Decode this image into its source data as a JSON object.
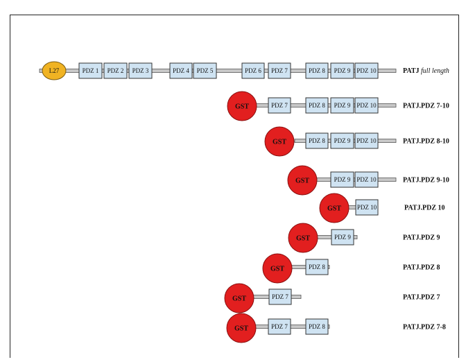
{
  "constructs": [
    {
      "id": "full-length",
      "label_main": "PATJ ",
      "label_suffix": "full length",
      "l27": "L27",
      "domains": [
        "PDZ 1",
        "PDZ 2",
        "PDZ 3",
        "PDZ 4",
        "PDZ 5",
        "PDZ 6",
        "PDZ 7",
        "PDZ 8",
        "PDZ 9",
        "PDZ 10"
      ]
    },
    {
      "id": "pdz7-10",
      "label": "PATJ.PDZ 7-10",
      "gst": "GST",
      "domains": [
        "PDZ 7",
        "PDZ 8",
        "PDZ 9",
        "PDZ 10"
      ]
    },
    {
      "id": "pdz8-10",
      "label": "PATJ.PDZ 8-10",
      "gst": "GST",
      "domains": [
        "PDZ 8",
        "PDZ 9",
        "PDZ 10"
      ]
    },
    {
      "id": "pdz9-10",
      "label": "PATJ.PDZ 9-10",
      "gst": "GST",
      "domains": [
        "PDZ 9",
        "PDZ 10"
      ]
    },
    {
      "id": "pdz10",
      "label": "PATJ.PDZ 10",
      "gst": "GST",
      "domains": [
        "PDZ 10"
      ]
    },
    {
      "id": "pdz9",
      "label": "PATJ.PDZ 9",
      "gst": "GST",
      "domains": [
        "PDZ 9"
      ]
    },
    {
      "id": "pdz8",
      "label": "PATJ.PDZ 8",
      "gst": "GST",
      "domains": [
        "PDZ 8"
      ]
    },
    {
      "id": "pdz7",
      "label": "PATJ.PDZ 7",
      "gst": "GST",
      "domains": [
        "PDZ 7"
      ]
    },
    {
      "id": "pdz7-8",
      "label": "PATJ.PDZ 7-8",
      "gst": "GST",
      "domains": [
        "PDZ 7",
        "PDZ 8"
      ]
    }
  ],
  "colors": {
    "domain_fill": "#cfe3f2",
    "domain_stroke": "#333333",
    "gst_fill": "#e21f1f",
    "l27_fill": "#f0b323",
    "linker_fill": "#c8c8c8",
    "linker_stroke": "#555555"
  }
}
